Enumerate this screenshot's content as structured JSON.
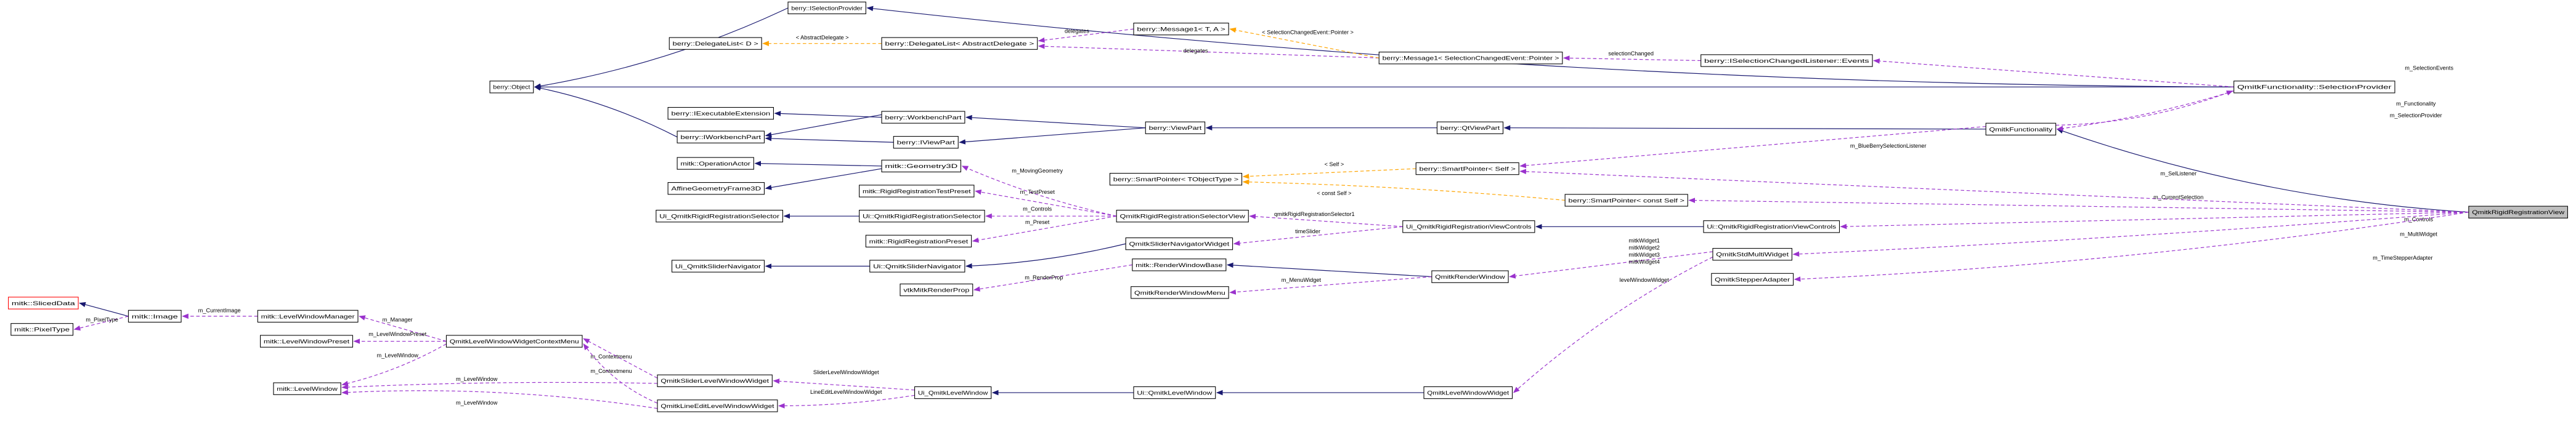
{
  "title": "Collaboration diagram for QmitkRigidRegistrationView",
  "colors": {
    "inheritance": "#191970",
    "usage": "#9a32cd",
    "template": "#ffa500",
    "focus_fill": "#bfbfbf",
    "missing_border": "#ff0000"
  },
  "nodes": [
    {
      "id": "isp",
      "label": "berry::ISelectionProvider"
    },
    {
      "id": "dld",
      "label": "berry::DelegateList< D >"
    },
    {
      "id": "dlad",
      "label": "berry::DelegateList< AbstractDelegate >"
    },
    {
      "id": "m1ta",
      "label": "berry::Message1< T, A >"
    },
    {
      "id": "m1sce",
      "label": "berry::Message1< SelectionChangedEvent::Pointer >"
    },
    {
      "id": "events",
      "label": "berry::ISelectionChangedListener::Events"
    },
    {
      "id": "sp",
      "label": "QmitkFunctionality::SelectionProvider"
    },
    {
      "id": "object",
      "label": "berry::Object"
    },
    {
      "id": "iee",
      "label": "berry::IExecutableExtension"
    },
    {
      "id": "iwp",
      "label": "berry::IWorkbenchPart"
    },
    {
      "id": "wp",
      "label": "berry::WorkbenchPart"
    },
    {
      "id": "ivp",
      "label": "berry::IViewPart"
    },
    {
      "id": "vp",
      "label": "berry::ViewPart"
    },
    {
      "id": "qvp",
      "label": "berry::QtViewPart"
    },
    {
      "id": "qf",
      "label": "QmitkFunctionality"
    },
    {
      "id": "oa",
      "label": "mitk::OperationActor"
    },
    {
      "id": "agf",
      "label": "AffineGeometryFrame3D"
    },
    {
      "id": "g3d",
      "label": "mitk::Geometry3D"
    },
    {
      "id": "spt",
      "label": "berry::SmartPointer< TObjectType >"
    },
    {
      "id": "spself",
      "label": "berry::SmartPointer< Self >"
    },
    {
      "id": "tp",
      "label": "mitk::RigidRegistrationTestPreset"
    },
    {
      "id": "ui_s",
      "label": "Ui_QmitkRigidRegistrationSelector"
    },
    {
      "id": "uis",
      "label": "Ui::QmitkRigidRegistrationSelector"
    },
    {
      "id": "sv",
      "label": "QmitkRigidRegistrationSelectorView"
    },
    {
      "id": "spconst",
      "label": "berry::SmartPointer< const Self >"
    },
    {
      "id": "rrv",
      "label": "QmitkRigidRegistrationView"
    },
    {
      "id": "rp",
      "label": "mitk::RigidRegistrationPreset"
    },
    {
      "id": "ui_vc",
      "label": "Ui_QmitkRigidRegistrationViewControls"
    },
    {
      "id": "uivc",
      "label": "Ui::QmitkRigidRegistrationViewControls"
    },
    {
      "id": "ui_sn",
      "label": "Ui_QmitkSliderNavigator"
    },
    {
      "id": "uisn",
      "label": "Ui::QmitkSliderNavigator"
    },
    {
      "id": "snw",
      "label": "QmitkSliderNavigatorWidget"
    },
    {
      "id": "smw",
      "label": "QmitkStdMultiWidget"
    },
    {
      "id": "step",
      "label": "QmitkStepperAdapter"
    },
    {
      "id": "sliced",
      "label": "mitk::SlicedData"
    },
    {
      "id": "image",
      "label": "mitk::Image"
    },
    {
      "id": "pt",
      "label": "mitk::PixelType"
    },
    {
      "id": "lwm",
      "label": "mitk::LevelWindowManager"
    },
    {
      "id": "lwp",
      "label": "mitk::LevelWindowPreset"
    },
    {
      "id": "cm",
      "label": "QmitkLevelWindowWidgetContextMenu"
    },
    {
      "id": "lw",
      "label": "mitk::LevelWindow"
    },
    {
      "id": "vtk",
      "label": "vtkMitkRenderProp"
    },
    {
      "id": "rwb",
      "label": "mitk::RenderWindowBase"
    },
    {
      "id": "rwm",
      "label": "QmitkRenderWindowMenu"
    },
    {
      "id": "rw",
      "label": "QmitkRenderWindow"
    },
    {
      "id": "slw",
      "label": "QmitkSliderLevelWindowWidget"
    },
    {
      "id": "lelw",
      "label": "QmitkLineEditLevelWindowWidget"
    },
    {
      "id": "ui_lw",
      "label": "Ui_QmitkLevelWindow"
    },
    {
      "id": "uilw",
      "label": "Ui::QmitkLevelWindow"
    },
    {
      "id": "lww",
      "label": "QmitkLevelWindowWidget"
    }
  ],
  "edges": [
    {
      "from": "isp",
      "to": "object",
      "kind": "inheritance",
      "label": ""
    },
    {
      "from": "sp",
      "to": "object",
      "kind": "inheritance",
      "label": ""
    },
    {
      "from": "iwp",
      "to": "object",
      "kind": "inheritance",
      "label": ""
    },
    {
      "from": "sp",
      "to": "isp",
      "kind": "inheritance",
      "label": ""
    },
    {
      "from": "wp",
      "to": "iee",
      "kind": "inheritance",
      "label": ""
    },
    {
      "from": "wp",
      "to": "iwp",
      "kind": "inheritance",
      "label": ""
    },
    {
      "from": "ivp",
      "to": "iwp",
      "kind": "inheritance",
      "label": ""
    },
    {
      "from": "vp",
      "to": "wp",
      "kind": "inheritance",
      "label": ""
    },
    {
      "from": "vp",
      "to": "ivp",
      "kind": "inheritance",
      "label": ""
    },
    {
      "from": "qvp",
      "to": "vp",
      "kind": "inheritance",
      "label": ""
    },
    {
      "from": "qf",
      "to": "qvp",
      "kind": "inheritance",
      "label": ""
    },
    {
      "from": "rrv",
      "to": "qf",
      "kind": "inheritance",
      "label": ""
    },
    {
      "from": "g3d",
      "to": "oa",
      "kind": "inheritance",
      "label": ""
    },
    {
      "from": "g3d",
      "to": "agf",
      "kind": "inheritance",
      "label": ""
    },
    {
      "from": "uis",
      "to": "ui_s",
      "kind": "inheritance",
      "label": ""
    },
    {
      "from": "uivc",
      "to": "ui_vc",
      "kind": "inheritance",
      "label": ""
    },
    {
      "from": "uisn",
      "to": "ui_sn",
      "kind": "inheritance",
      "label": ""
    },
    {
      "from": "snw",
      "to": "uisn",
      "kind": "inheritance",
      "label": ""
    },
    {
      "from": "image",
      "to": "sliced",
      "kind": "inheritance",
      "label": ""
    },
    {
      "from": "rw",
      "to": "rwb",
      "kind": "inheritance",
      "label": ""
    },
    {
      "from": "uilw",
      "to": "ui_lw",
      "kind": "inheritance",
      "label": ""
    },
    {
      "from": "lww",
      "to": "uilw",
      "kind": "inheritance",
      "label": ""
    },
    {
      "from": "m1ta",
      "to": "dlad",
      "kind": "usage",
      "label": "delegates"
    },
    {
      "from": "m1sce",
      "to": "dlad",
      "kind": "usage",
      "label": "delegates"
    },
    {
      "from": "events",
      "to": "m1sce",
      "kind": "usage",
      "label": "selectionChanged"
    },
    {
      "from": "sp",
      "to": "events",
      "kind": "usage",
      "label": "m_SelectionEvents"
    },
    {
      "from": "sp",
      "to": "qf",
      "kind": "usage",
      "label": "m_Functionality"
    },
    {
      "from": "qf",
      "to": "sp",
      "kind": "usage",
      "label": "m_SelectionProvider"
    },
    {
      "from": "qf",
      "to": "spself",
      "kind": "usage",
      "label": "m_BlueBerrySelectionListener"
    },
    {
      "from": "rrv",
      "to": "spself",
      "kind": "usage",
      "label": "m_SelListener"
    },
    {
      "from": "rrv",
      "to": "spconst",
      "kind": "usage",
      "label": "m_CurrentSelection"
    },
    {
      "from": "rrv",
      "to": "uivc",
      "kind": "usage",
      "label": "m_Controls"
    },
    {
      "from": "rrv",
      "to": "smw",
      "kind": "usage",
      "label": "m_MultiWidget"
    },
    {
      "from": "rrv",
      "to": "step",
      "kind": "usage",
      "label": "m_TimeStepperAdapter"
    },
    {
      "from": "sv",
      "to": "g3d",
      "kind": "usage",
      "label": "m_MovingGeometry"
    },
    {
      "from": "sv",
      "to": "tp",
      "kind": "usage",
      "label": "m_TestPreset"
    },
    {
      "from": "sv",
      "to": "uis",
      "kind": "usage",
      "label": "m_Controls"
    },
    {
      "from": "sv",
      "to": "rp",
      "kind": "usage",
      "label": "m_Preset"
    },
    {
      "from": "ui_vc",
      "to": "sv",
      "kind": "usage",
      "label": "qmitkRigidRegistrationSelector1"
    },
    {
      "from": "ui_vc",
      "to": "snw",
      "kind": "usage",
      "label": "timeSlider"
    },
    {
      "from": "rwb",
      "to": "vtk",
      "kind": "usage",
      "label": "m_RenderProp"
    },
    {
      "from": "rw",
      "to": "rwm",
      "kind": "usage",
      "label": "m_MenuWidget"
    },
    {
      "from": "smw",
      "to": "rw",
      "kind": "usage",
      "label": "mitkWidget1\nmitkWidget2\nmitkWidget3\nmitkWidget4"
    },
    {
      "from": "smw",
      "to": "lww",
      "kind": "usage",
      "label": "levelWindowWidget"
    },
    {
      "from": "ui_lw",
      "to": "slw",
      "kind": "usage",
      "label": "SliderLevelWindowWidget"
    },
    {
      "from": "ui_lw",
      "to": "lelw",
      "kind": "usage",
      "label": "LineEditLevelWindowWidget"
    },
    {
      "from": "slw",
      "to": "cm",
      "kind": "usage",
      "label": "m_Contextmenu"
    },
    {
      "from": "lelw",
      "to": "cm",
      "kind": "usage",
      "label": "m_Contextmenu"
    },
    {
      "from": "slw",
      "to": "lw",
      "kind": "usage",
      "label": "m_LevelWindow"
    },
    {
      "from": "lelw",
      "to": "lw",
      "kind": "usage",
      "label": "m_LevelWindow"
    },
    {
      "from": "cm",
      "to": "lw",
      "kind": "usage",
      "label": "m_LevelWindow"
    },
    {
      "from": "cm",
      "to": "lwm",
      "kind": "usage",
      "label": "m_Manager"
    },
    {
      "from": "cm",
      "to": "lwp",
      "kind": "usage",
      "label": "m_LevelWindowPreset"
    },
    {
      "from": "lwm",
      "to": "image",
      "kind": "usage",
      "label": "m_CurrentImage"
    },
    {
      "from": "image",
      "to": "pt",
      "kind": "usage",
      "label": "m_PixelType"
    },
    {
      "from": "dlad",
      "to": "dld",
      "kind": "template",
      "label": "< AbstractDelegate >"
    },
    {
      "from": "m1sce",
      "to": "m1ta",
      "kind": "template",
      "label": "< SelectionChangedEvent::Pointer >"
    },
    {
      "from": "spself",
      "to": "spt",
      "kind": "template",
      "label": "< Self >"
    },
    {
      "from": "spconst",
      "to": "spt",
      "kind": "template",
      "label": "< const Self >"
    }
  ]
}
